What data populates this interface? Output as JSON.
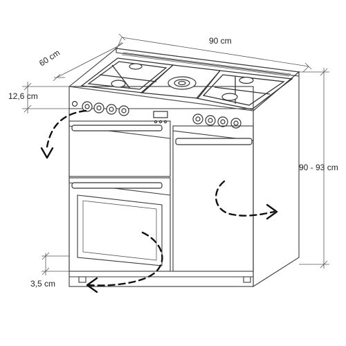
{
  "dimensions": {
    "width": "90 cm",
    "depth": "60 cm",
    "height": "90 - 93 cm",
    "top_section": "12,6 cm",
    "plinth": "3,5 cm"
  },
  "appliance": {
    "type": "range cooker",
    "burners": 5,
    "left_knobs": 4,
    "right_knobs": 4,
    "display": "clock display"
  }
}
